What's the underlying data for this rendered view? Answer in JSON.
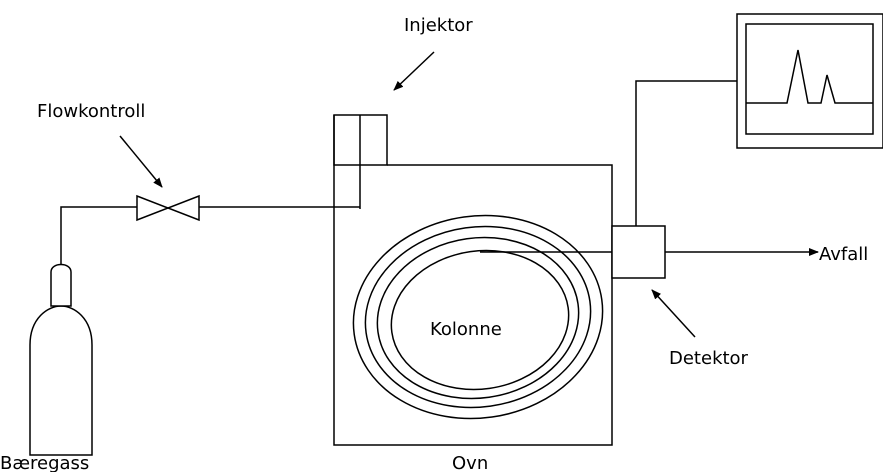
{
  "labels": {
    "injector": "Injektor",
    "flow_control": "Flowkontroll",
    "carrier_gas": "Bæregass",
    "oven": "Ovn",
    "column": "Kolonne",
    "detector": "Detektor",
    "waste": "Avfall"
  },
  "colors": {
    "line": "#000000",
    "background": "#ffffff"
  }
}
